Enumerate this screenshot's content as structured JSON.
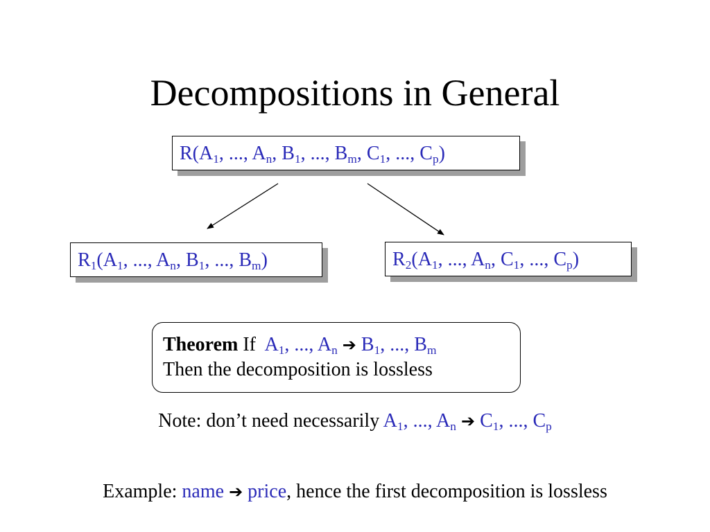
{
  "title": "Decompositions in General",
  "relation_r": {
    "name": "R(A",
    "a_sub": "1",
    "a_mid": ", ..., A",
    "a_n_sub": "n",
    "b_start": ", B",
    "b_sub": "1",
    "b_mid": ", ..., B",
    "b_m_sub": "m",
    "c_start": ", C",
    "c_sub": "1",
    "c_mid": ", ..., C",
    "c_p_sub": "p",
    "close": ")"
  },
  "relation_r1": {
    "name": "R",
    "name_sub": "1",
    "a_start": "(A",
    "a_sub": "1",
    "a_mid": ", ..., A",
    "a_n_sub": "n",
    "b_start": ", B",
    "b_sub": "1",
    "b_mid": ", ..., B",
    "b_m_sub": "m",
    "close": ")"
  },
  "relation_r2": {
    "name": "R",
    "name_sub": "2",
    "a_start": "(A",
    "a_sub": "1",
    "a_mid": ", ..., A",
    "a_n_sub": "n",
    "c_start": ", C",
    "c_sub": "1",
    "c_mid": ", ..., C",
    "c_p_sub": "p",
    "close": ")"
  },
  "theorem": {
    "label": "Theorem",
    "if_word": "If",
    "lhs_a": "A",
    "lhs_a_sub": "1",
    "lhs_mid": ", ..., A",
    "lhs_n_sub": "n",
    "arrow": "➔",
    "rhs_b": "B",
    "rhs_b_sub": "1",
    "rhs_mid": ", ..., B",
    "rhs_m_sub": "m",
    "then_line": "Then the decomposition is lossless"
  },
  "note": {
    "prefix": "Note: don’t need necessarily ",
    "lhs_a": "A",
    "lhs_a_sub": "1",
    "lhs_mid": ", ..., A",
    "lhs_n_sub": "n",
    "arrow": "➔",
    "rhs_c": "C",
    "rhs_c_sub": "1",
    "rhs_mid": ", ..., C",
    "rhs_p_sub": "p"
  },
  "example": {
    "prefix": "Example: ",
    "lhs": "name",
    "arrow": "➔",
    "rhs": "price",
    "suffix": ", hence the first decomposition is lossless"
  },
  "colors": {
    "attribute_blue": "#2a2ab8",
    "shadow_gray": "#9e9e9e"
  }
}
